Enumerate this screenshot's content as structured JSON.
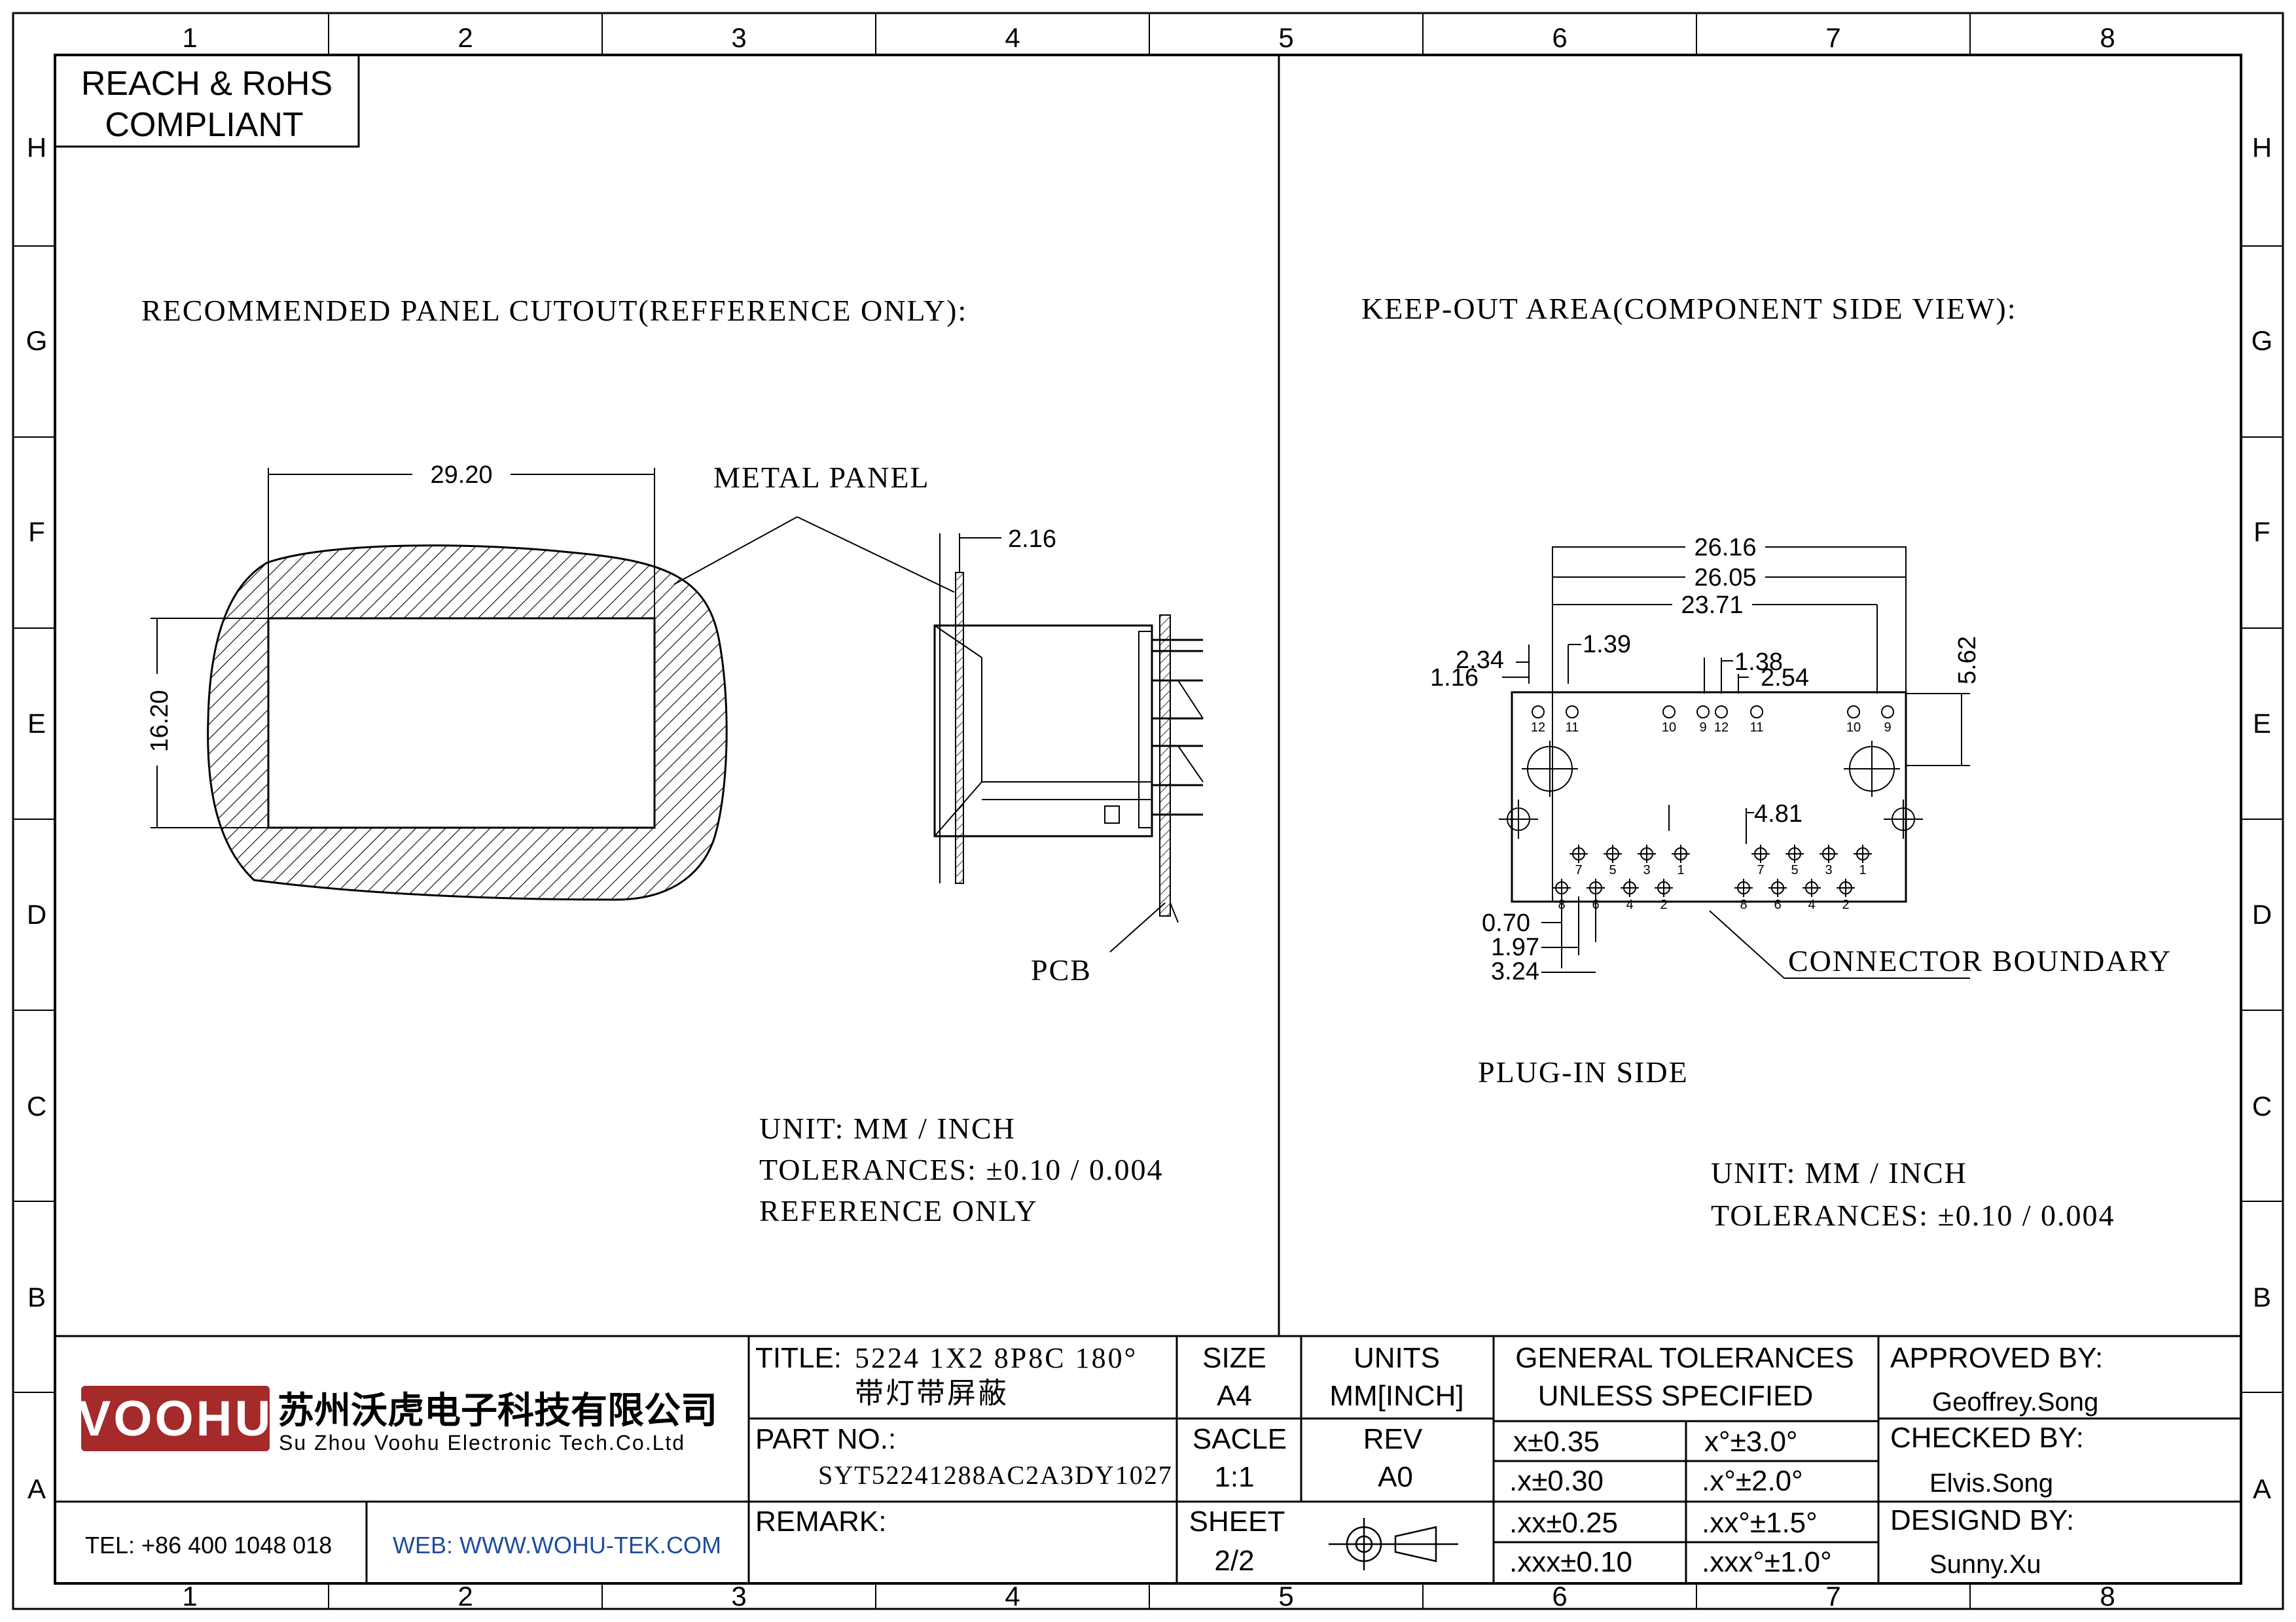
{
  "frame": {
    "column_labels": [
      "1",
      "2",
      "3",
      "4",
      "5",
      "6",
      "7",
      "8"
    ],
    "row_labels": [
      "H",
      "G",
      "F",
      "E",
      "D",
      "C",
      "B",
      "A"
    ]
  },
  "compliance": {
    "line1": "REACH & RoHS",
    "line2": "COMPLIANT"
  },
  "left_view": {
    "heading": "RECOMMENDED PANEL CUTOUT(REFFERENCE ONLY):",
    "dim_width": "29.20",
    "dim_height": "16.20",
    "dim_panel_thickness": "2.16",
    "metal_panel_label": "METAL PANEL",
    "pcb_label": "PCB",
    "unit_note": "UNIT: MM / INCH",
    "tolerance_note": "TOLERANCES: ±0.10 / 0.004",
    "reference_note": "REFERENCE ONLY"
  },
  "right_view": {
    "heading": "KEEP-OUT AREA(COMPONENT SIDE VIEW):",
    "dims": {
      "d26_16": "26.16",
      "d26_05": "26.05",
      "d23_71": "23.71",
      "d2_34": "2.34",
      "d1_39": "1.39",
      "d1_16": "1.16",
      "d1_38": "1.38",
      "d2_54": "2.54",
      "d5_62": "5.62",
      "d4_81": "4.81",
      "d0_70": "0.70",
      "d1_97": "1.97",
      "d3_24": "3.24"
    },
    "top_pins": [
      "12",
      "11",
      "10",
      "9",
      "12",
      "11",
      "10",
      "9"
    ],
    "upper_row_pins": [
      "7",
      "5",
      "3",
      "1",
      "7",
      "5",
      "3",
      "1"
    ],
    "lower_row_pins": [
      "8",
      "6",
      "4",
      "2",
      "8",
      "6",
      "4",
      "2"
    ],
    "connector_boundary_label": "CONNECTOR BOUNDARY",
    "plug_in_label": "PLUG-IN SIDE",
    "unit_note": "UNIT: MM / INCH",
    "tolerance_note": "TOLERANCES: ±0.10 / 0.004"
  },
  "title_block": {
    "logo_text": "VOOHU",
    "company_cn": "苏州沃虎电子科技有限公司",
    "company_en": "Su Zhou Voohu Electronic Tech.Co.Ltd",
    "tel": "TEL: +86 400 1048 018",
    "web": "WEB: WWW.WOHU-TEK.COM",
    "title_label": "TITLE:",
    "title_line1": "5224 1X2 8P8C 180°",
    "title_line2": "带灯带屏蔽",
    "part_label": "PART NO.:",
    "part_value": "SYT52241288AC2A3DY1027",
    "remark_label": "REMARK:",
    "size_label": "SIZE",
    "size_value": "A4",
    "scale_label": "SACLE",
    "scale_value": "1:1",
    "sheet_label": "SHEET",
    "sheet_value": "2/2",
    "units_label": "UNITS",
    "units_value": "MM[INCH]",
    "rev_label": "REV",
    "rev_value": "A0",
    "gen_tol_line1": "GENERAL TOLERANCES",
    "gen_tol_line2": "UNLESS SPECIFIED",
    "tol": [
      "x±0.35",
      "x°±3.0°",
      ".x±0.30",
      ".x°±2.0°",
      ".xx±0.25",
      ".xx°±1.5°",
      ".xxx±0.10",
      ".xxx°±1.0°"
    ],
    "approved_label": "APPROVED BY:",
    "approved_value": "Geoffrey.Song",
    "checked_label": "CHECKED BY:",
    "checked_value": "Elvis.Song",
    "designed_label": "DESIGND BY:",
    "designed_value": "Sunny.Xu"
  },
  "colors": {
    "logo_red": "#a52a2a",
    "web_blue": "#1f4e9c",
    "line": "#000000"
  }
}
